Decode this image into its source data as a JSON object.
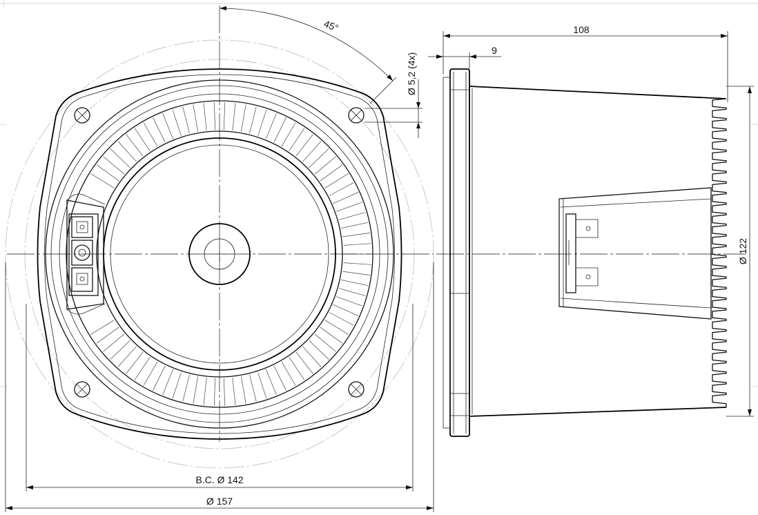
{
  "dimensions": {
    "angle": "45°",
    "hole": "Ø 5,2 (4x)",
    "depth_total": "108",
    "flange_thickness": "9",
    "diameter_body": "Ø 122",
    "bolt_circle": "B.C. Ø 142",
    "diameter_outer": "Ø 157"
  },
  "colors": {
    "line": "#111111",
    "ghost": "#bbbbbb",
    "background": "#ffffff"
  }
}
